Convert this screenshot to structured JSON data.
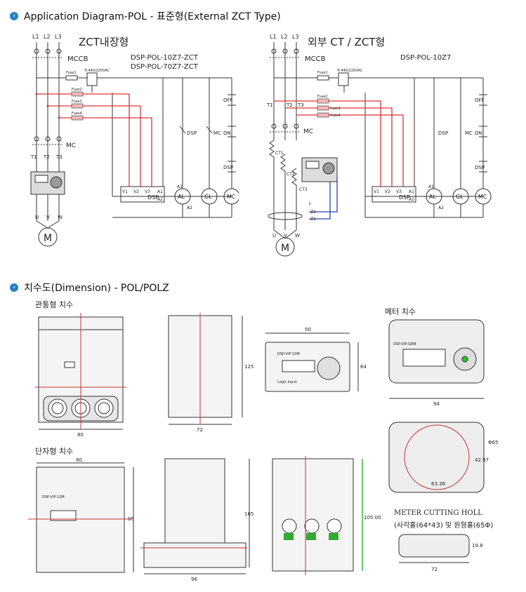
{
  "section1": {
    "title": "Application Diagram-POL - 표준형(External ZCT Type)",
    "left": {
      "title": "ZCT내장형",
      "models": [
        "DSP-POL-10Z7-ZCT",
        "DSP-POL-70Z7-ZCT"
      ],
      "lines": [
        "L1",
        "L2",
        "L3"
      ],
      "mccb": "MCCB",
      "fuse": "Fuse1",
      "fuses": [
        "Fuse2",
        "Fuse3",
        "Fuse4"
      ],
      "tr": "Tr.440/220VAC",
      "mc": "MC",
      "t_labels": [
        "T1",
        "T2",
        "T3"
      ],
      "uvw": [
        "U",
        "V",
        "W"
      ],
      "motor": "M",
      "dsp": "DSP",
      "dsp_terms": [
        "V1",
        "V2",
        "V3",
        "A1",
        "A2"
      ],
      "lamps": [
        "AL",
        "GL",
        "MC"
      ],
      "switches": [
        "OFF",
        "ON",
        "DSP"
      ],
      "mc_sw": "MC",
      "a1": "A1",
      "a2": "A2"
    },
    "right": {
      "title": "외부 CT / ZCT형",
      "model": "DSP-POL-10Z7",
      "lines": [
        "L1",
        "L2",
        "L3"
      ],
      "mccb": "MCCB",
      "fuse": "Fuse1",
      "fuses": [
        "Fuse2",
        "Fuse3",
        "Fuse4"
      ],
      "tr": "Tr.440/220VAC",
      "mc": "MC",
      "t_labels": [
        "T1",
        "T2",
        "T3"
      ],
      "ct_labels": [
        "CT1",
        "CT2",
        "CT3"
      ],
      "z_labels": [
        "Z2",
        "Z1"
      ],
      "l_label": "L",
      "uvw": [
        "U",
        "V",
        "W"
      ],
      "motor": "M",
      "dsp": "DSP",
      "dsp_terms": [
        "V1",
        "V2",
        "V3",
        "A1",
        "A2"
      ],
      "lamps": [
        "AL",
        "GL",
        "MC"
      ],
      "switches": [
        "OFF",
        "ON",
        "DSP"
      ],
      "mc_sw": "MC",
      "a1": "A1",
      "a2": "A2"
    }
  },
  "section2": {
    "title": "치수도(Dimension) - POL/POLZ",
    "through_type": "관통형 치수",
    "terminal_type": "단자형 치수",
    "meter_dim": "메터 치수",
    "dims": {
      "w80a": "80",
      "w72": "72",
      "h125": "125",
      "w50": "50",
      "h64": "64",
      "w94": "94",
      "w80b": "80",
      "h96": "96",
      "w96": "96",
      "h165": "165",
      "h105": "105.00",
      "d65": "Φ65",
      "h4297": "42.97",
      "w6336": "63.36",
      "h198": "19.8",
      "w72b": "72"
    },
    "device_label": "DSP-VIP-10M",
    "device_label2": "DSP-VIP-GEM",
    "logic_input": "Logic Input",
    "cutting_title": "METER CUTTING HOLL",
    "cutting_sub": "(사각홀(64*43) 및 원형홀(65Φ)"
  }
}
